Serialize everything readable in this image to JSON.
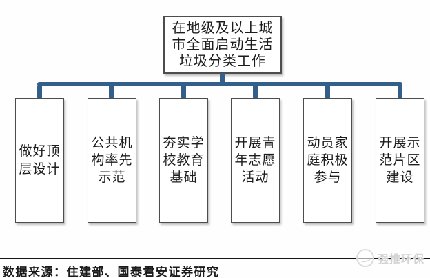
{
  "diagram": {
    "root": {
      "text": "在地级及以上城\n市全面启动生活\n垃圾分类工作"
    },
    "children": [
      {
        "text": "做好顶\n层设计"
      },
      {
        "text": "公共机\n构率先\n示范"
      },
      {
        "text": "夯实学\n校教育\n基础"
      },
      {
        "text": "开展青\n年志愿\n活动"
      },
      {
        "text": "动员家\n庭积极\n参与"
      },
      {
        "text": "开展示\n范片区\n建设"
      }
    ]
  },
  "footer": {
    "source_text": "数据来源：住建部、国泰君安证券研究"
  },
  "watermark": {
    "text": "强推环保"
  },
  "colors": {
    "connector": "#335f8a",
    "box_border": "#4d4d4d",
    "ink": "#1c1c1c"
  }
}
